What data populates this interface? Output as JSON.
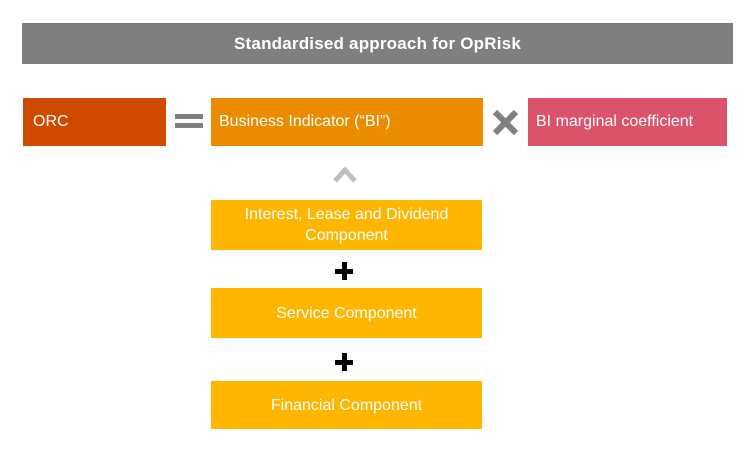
{
  "header": {
    "title": "Standardised approach for OpRisk"
  },
  "equation": {
    "result_label": "ORC",
    "equals_icon": "equals",
    "bi_label": "Business Indicator (“BI”)",
    "multiply_icon": "multiply",
    "coefficient_label": "BI marginal coefficient"
  },
  "bi_breakdown": {
    "chevron_icon": "chevron-up",
    "plus_icon": "plus",
    "components": [
      {
        "label": "Interest, Lease and Dividend Component"
      },
      {
        "label": "Service Component"
      },
      {
        "label": "Financial Component"
      }
    ]
  },
  "colors": {
    "header_gray": "#7F7F7F",
    "orc_orange": "#D04A02",
    "bi_orange": "#EB8C00",
    "coefficient_rose": "#DB536A",
    "component_yellow": "#FFB600",
    "operator_gray": "#808080",
    "chevron_gray": "#BFBFBF",
    "plus_black": "#000000",
    "text_white": "#FFFFFF"
  }
}
